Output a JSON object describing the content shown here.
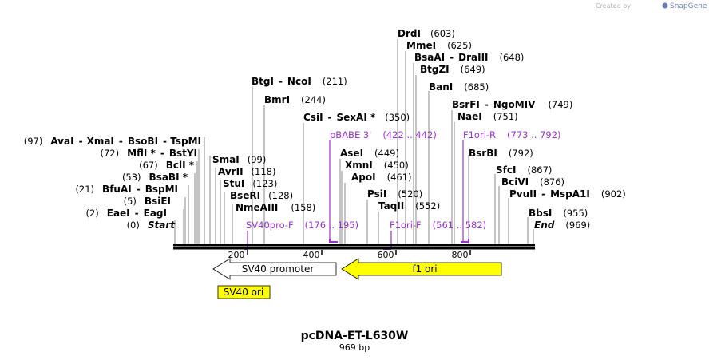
{
  "credit": {
    "prefix": "Created by",
    "brand": "SnapGene"
  },
  "title": "pcDNA-ET-L630W",
  "subtitle": "969 bp",
  "ticks": [
    "200",
    "400",
    "600",
    "800"
  ],
  "features": {
    "sv40_promoter": "SV40 promoter",
    "f1_ori": "f1 ori",
    "sv40_ori": "SV40 ori"
  },
  "primers": {
    "pbabe3": {
      "name": "pBABE 3'",
      "range": "(422 .. 442)"
    },
    "f1ori_r": {
      "name": "F1ori-R",
      "range": "(773 .. 792)"
    },
    "sv40pro_f": {
      "name": "SV40pro-F",
      "range": "(176 .. 195)"
    },
    "f1ori_f": {
      "name": "F1ori-F",
      "range": "(561 .. 582)"
    }
  },
  "sites": {
    "start": {
      "pos": "(0)",
      "name": "Start"
    },
    "end": {
      "name": "End",
      "pos": "(969)"
    },
    "eaei": {
      "pos": "(2)",
      "n1": "EaeI",
      "n2": "EagI"
    },
    "bsiei": {
      "pos": "(5)",
      "n1": "BsiEI"
    },
    "bfuai": {
      "pos": "(21)",
      "n1": "BfuAI",
      "n2": "BspMI"
    },
    "bsabi": {
      "pos": "(53)",
      "n1": "BsaBI *"
    },
    "bcli": {
      "pos": "(67)",
      "n1": "BclI *"
    },
    "mfli": {
      "pos": "(72)",
      "n1": "MflI *",
      "n2": "BstYI"
    },
    "avai": {
      "pos": "(97)",
      "n1": "AvaI",
      "n2": "XmaI",
      "n3": "BsoBI",
      "n4": "TspMI"
    },
    "smai": {
      "n1": "SmaI",
      "pos": "(99)"
    },
    "avrii": {
      "n1": "AvrII",
      "pos": "(118)"
    },
    "stui": {
      "n1": "StuI",
      "pos": "(123)"
    },
    "bseri": {
      "n1": "BseRI",
      "pos": "(128)"
    },
    "nmeaiii": {
      "n1": "NmeAIII",
      "pos": "(158)"
    },
    "btgi": {
      "n1": "BtgI",
      "n2": "NcoI",
      "pos": "(211)"
    },
    "bmri": {
      "n1": "BmrI",
      "pos": "(244)"
    },
    "csii": {
      "n1": "CsiI",
      "n2": "SexAI *",
      "pos": "(350)"
    },
    "asei": {
      "n1": "AseI",
      "pos": "(449)"
    },
    "xmni": {
      "n1": "XmnI",
      "pos": "(450)"
    },
    "apoi": {
      "n1": "ApoI",
      "pos": "(461)"
    },
    "psii": {
      "n1": "PsiI",
      "pos": "(520)"
    },
    "taqii": {
      "n1": "TaqII",
      "pos": "(552)"
    },
    "drdi": {
      "n1": "DrdI",
      "pos": "(603)"
    },
    "mmei": {
      "n1": "MmeI",
      "pos": "(625)"
    },
    "bsaai": {
      "n1": "BsaAI",
      "n2": "DraIII",
      "pos": "(648)"
    },
    "btgzi": {
      "n1": "BtgZI",
      "pos": "(649)"
    },
    "bani": {
      "n1": "BanI",
      "pos": "(685)"
    },
    "bsrfi": {
      "n1": "BsrFI",
      "n2": "NgoMIV",
      "pos": "(749)"
    },
    "naei": {
      "n1": "NaeI",
      "pos": "(751)"
    },
    "bsrbi": {
      "n1": "BsrBI",
      "pos": "(792)"
    },
    "sfci": {
      "n1": "SfcI",
      "pos": "(867)"
    },
    "bcivi": {
      "n1": "BciVI",
      "pos": "(876)"
    },
    "pvuii": {
      "n1": "PvuII",
      "n2": "MspA1I",
      "pos": "(902)"
    },
    "bbsi": {
      "n1": "BbsI",
      "pos": "(955)"
    }
  },
  "colors": {
    "f1_ori": "#ffff00",
    "sv40_ori": "#ffff00",
    "sv40_promoter": "#ffffff",
    "primer": "#9933cc"
  }
}
